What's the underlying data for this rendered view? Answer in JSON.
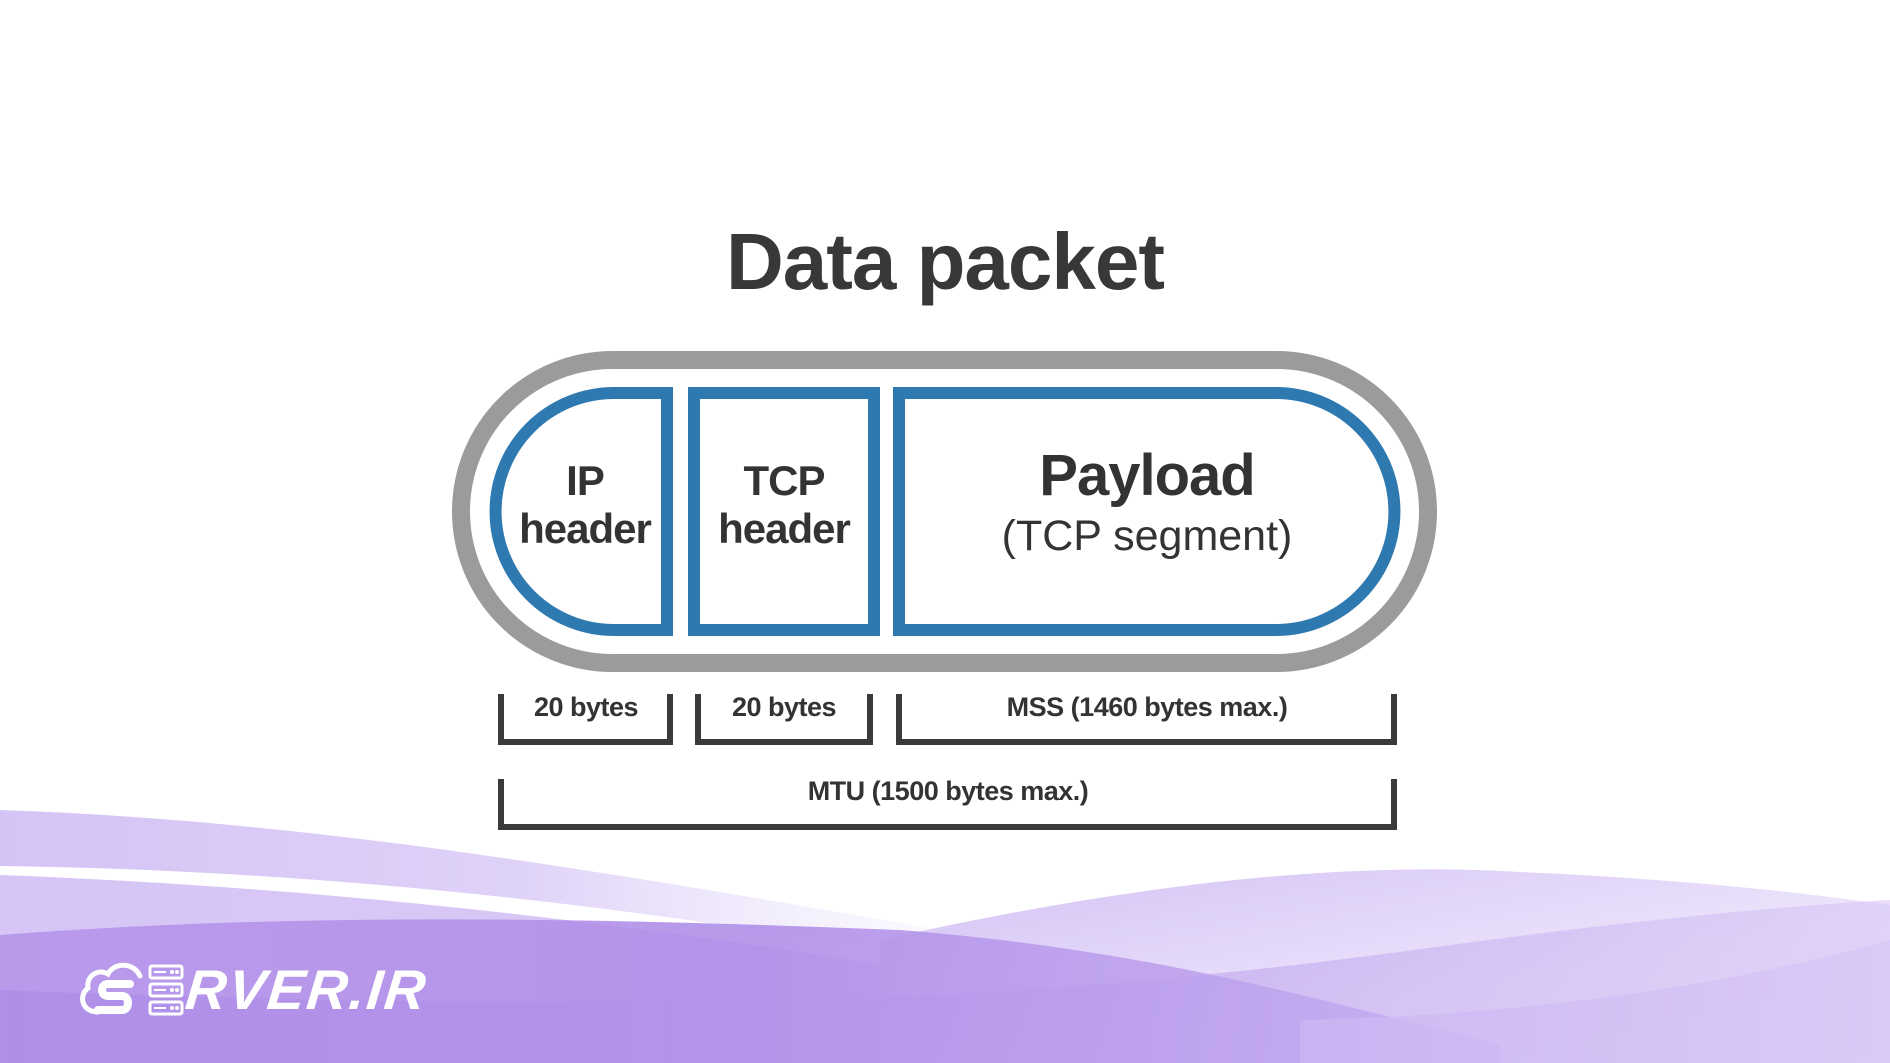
{
  "title": "Data packet",
  "colors": {
    "outer_capsule": "#9b9b9b",
    "segment_border": "#2e79b0",
    "text": "#333333",
    "bracket": "#3a3a3a",
    "wave_light": "#ddd0f7",
    "wave_mid": "#c6aaf0",
    "wave_dark": "#ab89e6",
    "logo": "#ffffff"
  },
  "segments": [
    {
      "id": "ip-header",
      "line1": "IP",
      "line2": "header"
    },
    {
      "id": "tcp-header",
      "line1": "TCP",
      "line2": "header"
    },
    {
      "id": "payload",
      "line1": "Payload",
      "line2": "(TCP segment)"
    }
  ],
  "brackets": [
    {
      "id": "ip-size",
      "label": "20 bytes"
    },
    {
      "id": "tcp-size",
      "label": "20 bytes"
    },
    {
      "id": "mss",
      "label": "MSS (1460 bytes max.)"
    },
    {
      "id": "mtu",
      "label": "MTU (1500 bytes max.)"
    }
  ],
  "logo": {
    "text": "SERVER.IR",
    "icon": "cloud-server-icon"
  }
}
